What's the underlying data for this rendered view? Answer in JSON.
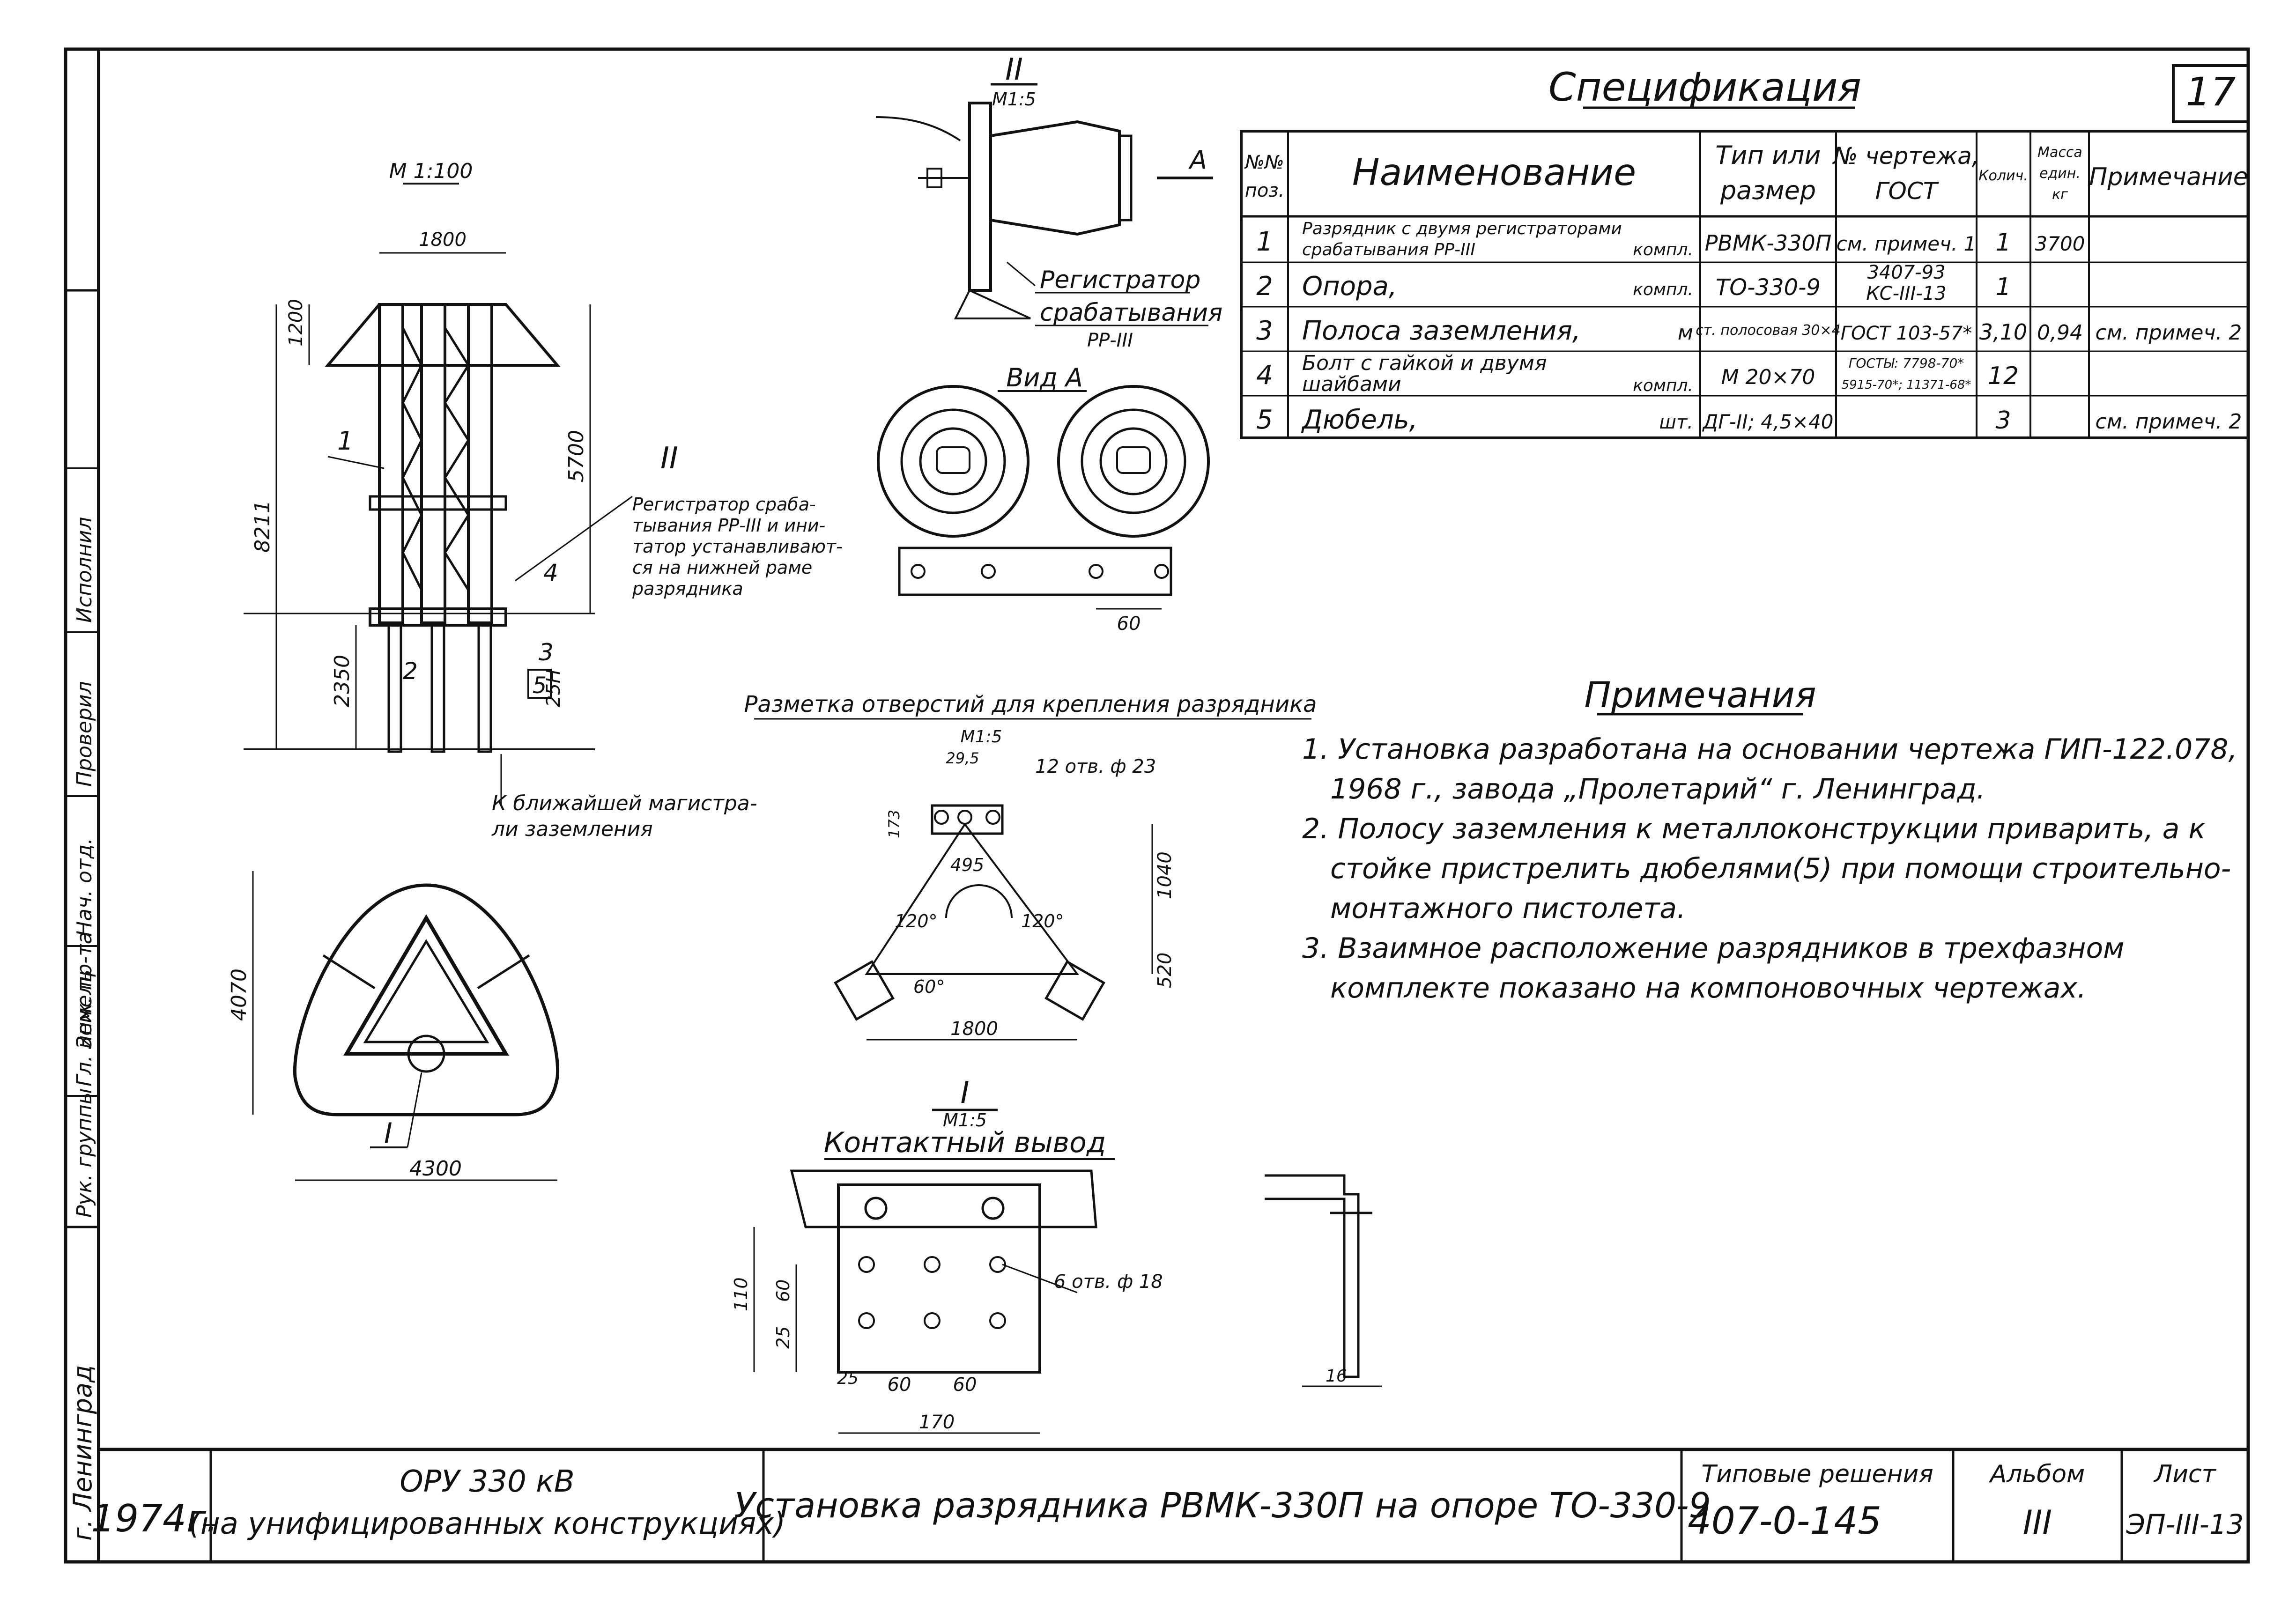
{
  "sheet_number": "17",
  "spec": {
    "title": "Спецификация",
    "headers": {
      "pos": [
        "№№",
        "поз."
      ],
      "name": "Наименование",
      "type": [
        "Тип или",
        "размер"
      ],
      "drawing": [
        "№ чертежа,",
        "ГОСТ"
      ],
      "qty": "Колич.",
      "mass": [
        "Масса",
        "един.",
        "кг"
      ],
      "note": "Примечание"
    },
    "rows": [
      {
        "pos": "1",
        "name": [
          "Разрядник с двумя регистраторами",
          "срабатывания РР-III"
        ],
        "unit": "компл.",
        "type": "РВМК-330П",
        "drawing": [
          "см. примеч. 1"
        ],
        "qty": "1",
        "mass": "3700",
        "note": ""
      },
      {
        "pos": "2",
        "name": [
          "Опора,"
        ],
        "unit": "компл.",
        "type": "ТО-330-9",
        "drawing": [
          "3407-93",
          "КС-III-13"
        ],
        "qty": "1",
        "mass": "",
        "note": ""
      },
      {
        "pos": "3",
        "name": [
          "Полоса заземления,"
        ],
        "unit": "м",
        "type": "ст. полосовая 30×4",
        "drawing": [
          "ГОСТ 103-57*"
        ],
        "qty": "3,10",
        "mass": "0,94",
        "note": "см. примеч. 2"
      },
      {
        "pos": "4",
        "name": [
          "Болт с гайкой и двумя",
          "шайбами"
        ],
        "unit": "компл.",
        "type": "М 20×70",
        "drawing": [
          "ГОСТЫ: 7798-70*",
          "5915-70*; 11371-68*"
        ],
        "qty": "12",
        "mass": "",
        "note": ""
      },
      {
        "pos": "5",
        "name": [
          "Дюбель,"
        ],
        "unit": "шт.",
        "type": "ДГ-II; 4,5×40",
        "drawing": [
          ""
        ],
        "qty": "3",
        "mass": "",
        "note": "см. примеч. 2"
      }
    ]
  },
  "notes": {
    "title": "Примечания",
    "lines": [
      "1. Установка разработана на основании чертежа ГИП-122.078,",
      "1968 г., завода „Пролетарий“ г. Ленинград.",
      "2. Полосу заземления к металлоконструкции приварить, а к",
      "стойке пристрелить дюбелями(5) при помощи строительно-",
      "монтажного пистолета.",
      "3. Взаимное расположение разрядников в трехфазном",
      "комплекте показано на компоновочных чертежах."
    ]
  },
  "view_main": {
    "scale": "М 1:100",
    "dims": [
      "1800",
      "1200",
      "5700",
      "8211",
      "2350",
      "25Н"
    ],
    "callouts": [
      "1",
      "2",
      "3",
      "4",
      "5",
      "II"
    ],
    "note_lines": [
      "Регистратор сраба-",
      "тывания РР-III и ини-",
      "татор устанавливают-",
      "ся на нижней раме",
      "разрядника"
    ],
    "ground_lines": [
      "К ближайшей магистра-",
      "ли заземления"
    ]
  },
  "view_plan": {
    "dims": [
      "4070",
      "4300"
    ],
    "callout": "I"
  },
  "view_ii": {
    "roman": "II",
    "scale": "М1:5",
    "arrow": "А",
    "label_lines": [
      "Регистратор",
      "срабатывания",
      "РР-III"
    ],
    "view_a": "Вид А",
    "dim": "60"
  },
  "view_holes": {
    "title": "Разметка отверстий для крепления разрядника",
    "scale": "М1:5",
    "holes": "12 отв. ф 23",
    "dims": [
      "29,5",
      "173",
      "495",
      "1040",
      "520",
      "1800"
    ],
    "angles": [
      "120°",
      "120°",
      "60°"
    ]
  },
  "view_contact": {
    "roman": "I",
    "scale": "М1:5",
    "title": "Контактный вывод",
    "holes": "6 отв. ф 18",
    "dims": [
      "110",
      "60",
      "25",
      "25",
      "60",
      "60",
      "170",
      "16"
    ]
  },
  "side_stamp": [
    "г. Ленинград",
    "Рук. группы",
    "Гл. инж. пр-та",
    "Нач. отд.",
    "Проверил",
    "Исполнил",
    "Земель"
  ],
  "title_block": {
    "year": "1974г.",
    "object_lines": [
      "ОРУ 330 кВ",
      "(на унифицированных конструкциях)"
    ],
    "title": "Установка разрядника РВМК-330П на опоре ТО-330-9",
    "series_label": "Типовые решения",
    "series": "407-0-145",
    "album_label": "Альбом",
    "album": "III",
    "sheet_label": "Лист",
    "sheet": "ЭП-III-13"
  }
}
